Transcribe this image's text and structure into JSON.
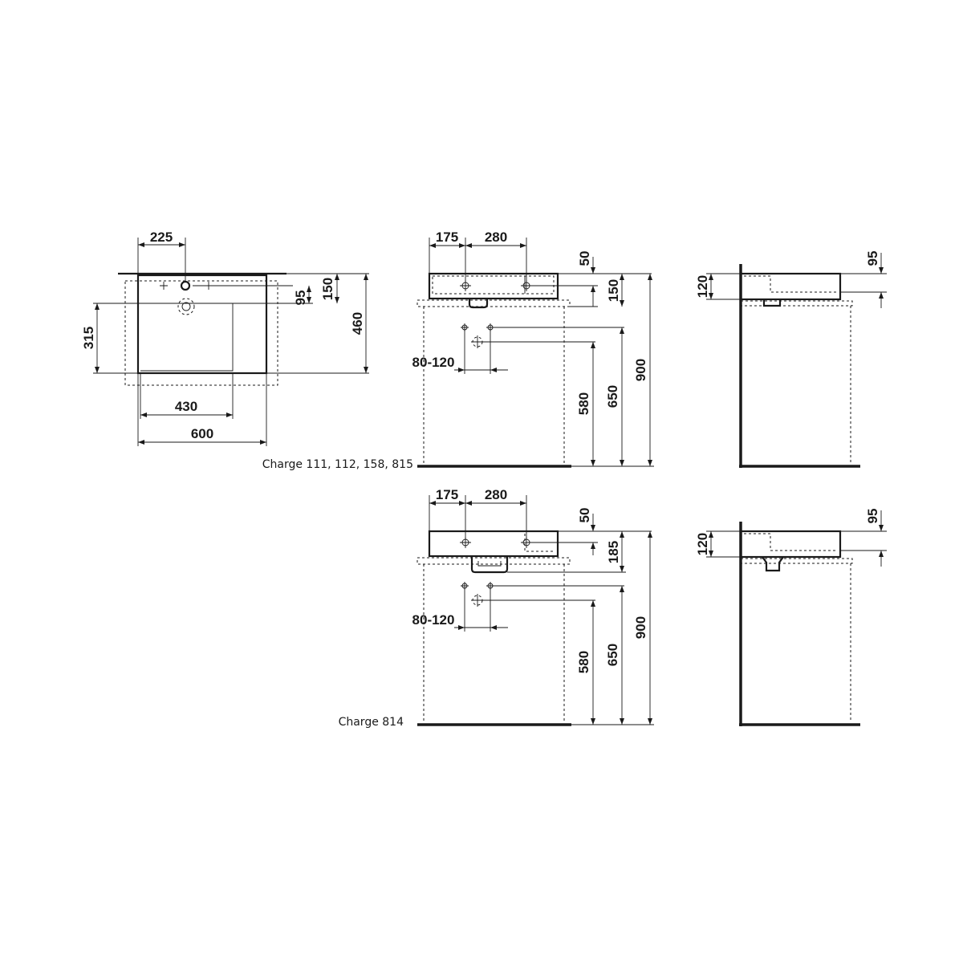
{
  "top_view": {
    "d225": "225",
    "d150": "150",
    "d95": "95",
    "d460": "460",
    "d315": "315",
    "d430": "430",
    "d600": "600"
  },
  "front_a": {
    "d175": "175",
    "d280": "280",
    "d50": "50",
    "d150": "150",
    "d80_120": "80-120",
    "d580": "580",
    "d650": "650",
    "d900": "900",
    "caption": "Charge 111, 112, 158, 815"
  },
  "side_a": {
    "d120": "120",
    "d95": "95"
  },
  "front_b": {
    "d175": "175",
    "d280": "280",
    "d50": "50",
    "d185": "185",
    "d80_120": "80-120",
    "d580": "580",
    "d650": "650",
    "d900": "900",
    "caption": "Charge 814"
  },
  "side_b": {
    "d120": "120",
    "d95": "95"
  }
}
